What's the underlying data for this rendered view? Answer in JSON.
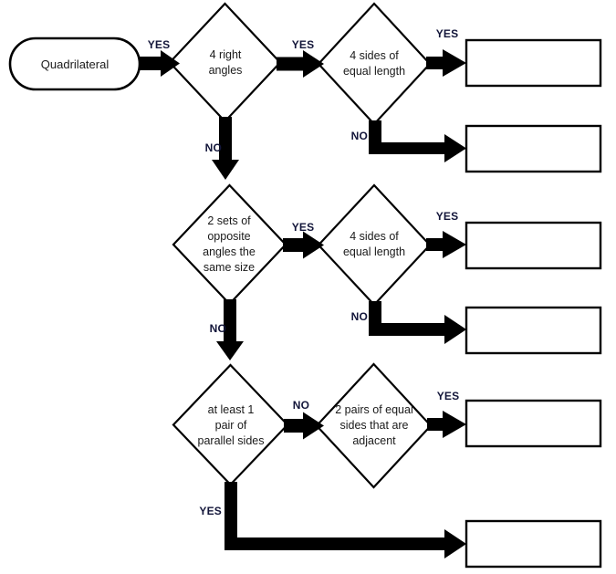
{
  "diagram": {
    "title": "Quadrilateral classification flowchart",
    "colors": {
      "stroke": "#000000",
      "fill": "#ffffff",
      "text": "#1a1a1a",
      "label": "#13163a",
      "background": "#ffffff"
    },
    "start": {
      "shape": "terminator",
      "label": "Quadrilateral"
    },
    "decisions": [
      {
        "id": "d1",
        "shape": "diamond",
        "label": "4 right\nangles"
      },
      {
        "id": "d2",
        "shape": "diamond",
        "label": "4 sides of\nequal length"
      },
      {
        "id": "d3",
        "shape": "diamond",
        "label": "2 sets of\nopposite\nangles the\nsame size"
      },
      {
        "id": "d4",
        "shape": "diamond",
        "label": "4 sides of\nequal length"
      },
      {
        "id": "d5",
        "shape": "diamond",
        "label": "at least 1\npair of\nparallel sides"
      },
      {
        "id": "d6",
        "shape": "diamond",
        "label": "2 pairs of equal\nsides that are\nadjacent"
      }
    ],
    "answer_boxes": [
      {
        "id": "b1",
        "shape": "rectangle",
        "label": ""
      },
      {
        "id": "b2",
        "shape": "rectangle",
        "label": ""
      },
      {
        "id": "b3",
        "shape": "rectangle",
        "label": ""
      },
      {
        "id": "b4",
        "shape": "rectangle",
        "label": ""
      },
      {
        "id": "b5",
        "shape": "rectangle",
        "label": ""
      },
      {
        "id": "b6",
        "shape": "rectangle",
        "label": ""
      }
    ],
    "edge_labels": [
      {
        "id": "e1",
        "text": "YES"
      },
      {
        "id": "e2",
        "text": "YES"
      },
      {
        "id": "e3",
        "text": "YES"
      },
      {
        "id": "e4",
        "text": "NO"
      },
      {
        "id": "e5",
        "text": "NO"
      },
      {
        "id": "e6",
        "text": "YES"
      },
      {
        "id": "e7",
        "text": "YES"
      },
      {
        "id": "e8",
        "text": "NO"
      },
      {
        "id": "e9",
        "text": "NO"
      },
      {
        "id": "e10",
        "text": "NO"
      },
      {
        "id": "e11",
        "text": "YES"
      },
      {
        "id": "e12",
        "text": "YES"
      }
    ]
  }
}
